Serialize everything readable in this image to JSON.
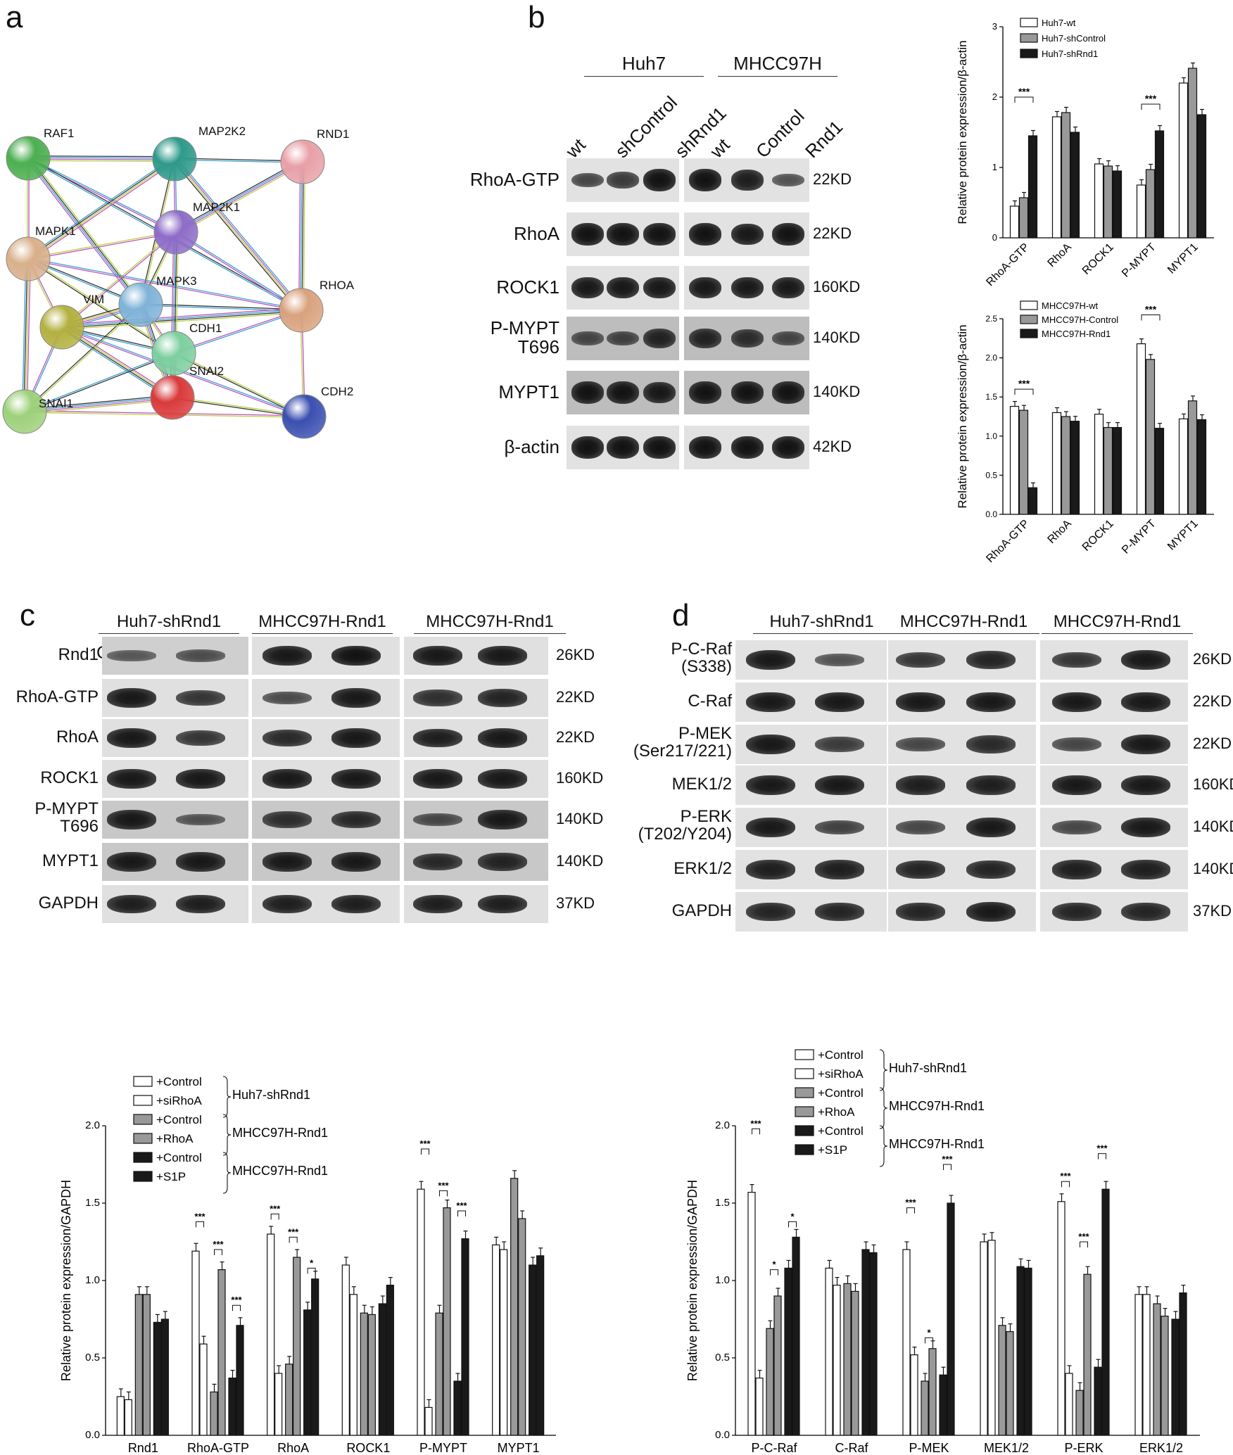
{
  "panels": {
    "a": "a",
    "b": "b",
    "c": "c",
    "d": "d"
  },
  "network": {
    "nodes": [
      {
        "id": "RAF1",
        "color": "#4caf50"
      },
      {
        "id": "MAP2K2",
        "color": "#2e9a8a"
      },
      {
        "id": "RND1",
        "color": "#e8a0a8"
      },
      {
        "id": "MAP2K1",
        "color": "#8e6cc8"
      },
      {
        "id": "MAPK1",
        "color": "#d9b08c"
      },
      {
        "id": "MAPK3",
        "color": "#7fb3d8"
      },
      {
        "id": "RHOA",
        "color": "#d9a27e"
      },
      {
        "id": "VIM",
        "color": "#b3b040"
      },
      {
        "id": "CDH1",
        "color": "#7dcfa0"
      },
      {
        "id": "SNAI2",
        "color": "#d93a3a"
      },
      {
        "id": "SNAI1",
        "color": "#9ed07a"
      },
      {
        "id": "CDH2",
        "color": "#3a4fb0"
      }
    ]
  },
  "blot_b": {
    "groups": [
      "Huh7",
      "MHCC97H"
    ],
    "lanes": [
      "wt",
      "shControl",
      "shRnd1",
      "wt",
      "Control",
      "Rnd1"
    ],
    "rows": [
      "RhoA-GTP",
      "RhoA",
      "ROCK1",
      "P-MYPT\nT696",
      "MYPT1",
      "β-actin"
    ],
    "sizes": [
      "22KD",
      "22KD",
      "160KD",
      "140KD",
      "140KD",
      "42KD"
    ]
  },
  "blot_c": {
    "groups": [
      "Huh7-shRnd1",
      "MHCC97H-Rnd1",
      "MHCC97H-Rnd1"
    ],
    "lanes": [
      "Control",
      "SiRhoA",
      "Control",
      "RhoA",
      "Control",
      "+S1P"
    ],
    "rows": [
      "Rnd1",
      "RhoA-GTP",
      "RhoA",
      "ROCK1",
      "P-MYPT\nT696",
      "MYPT1",
      "GAPDH"
    ],
    "sizes": [
      "26KD",
      "22KD",
      "22KD",
      "160KD",
      "140KD",
      "140KD",
      "37KD"
    ]
  },
  "blot_d": {
    "groups": [
      "Huh7-shRnd1",
      "MHCC97H-Rnd1",
      "MHCC97H-Rnd1"
    ],
    "lanes": [
      "Control",
      "SiRhoA",
      "Control",
      "RhoA",
      "Control",
      "+S1P"
    ],
    "rows": [
      "P-C-Raf\n(S338)",
      "C-Raf",
      "P-MEK\n(Ser217/221)",
      "MEK1/2",
      "P-ERK\n(T202/Y204)",
      "ERK1/2",
      "GAPDH"
    ],
    "sizes": [
      "26KD",
      "22KD",
      "22KD",
      "160KD",
      "140KD",
      "140KD",
      "37KD"
    ]
  },
  "chart_data": [
    {
      "id": "b_top",
      "type": "bar",
      "ylabel": "Relative protein expression/β-actin",
      "ylim": [
        0,
        3
      ],
      "yticks": [
        "0",
        "1",
        "2",
        "3"
      ],
      "categories": [
        "RhoA-GTP",
        "RhoA",
        "ROCK1",
        "P-MYPT",
        "MYPT1"
      ],
      "series": [
        {
          "name": "Huh7-wt",
          "color": "#ffffff",
          "values": [
            0.45,
            1.72,
            1.05,
            0.75,
            2.2
          ]
        },
        {
          "name": "Huh7-shControl",
          "color": "#999999",
          "values": [
            0.57,
            1.78,
            1.02,
            0.97,
            2.41
          ]
        },
        {
          "name": "Huh7-shRnd1",
          "color": "#1a1a1a",
          "values": [
            1.45,
            1.5,
            0.95,
            1.52,
            1.75
          ]
        }
      ],
      "annotations": [
        "***",
        "***"
      ]
    },
    {
      "id": "b_bottom",
      "type": "bar",
      "ylabel": "Relative protein expression/β-actin",
      "ylim": [
        0,
        2.5
      ],
      "yticks": [
        "0.0",
        "0.5",
        "1.0",
        "1.5",
        "2.0",
        "2.5"
      ],
      "categories": [
        "RhoA-GTP",
        "RhoA",
        "ROCK1",
        "P-MYPT",
        "MYPT1"
      ],
      "series": [
        {
          "name": "MHCC97H-wt",
          "color": "#ffffff",
          "values": [
            1.38,
            1.3,
            1.28,
            2.18,
            1.22
          ]
        },
        {
          "name": "MHCC97H-Control",
          "color": "#999999",
          "values": [
            1.33,
            1.25,
            1.11,
            1.98,
            1.45
          ]
        },
        {
          "name": "MHCC97H-Rnd1",
          "color": "#1a1a1a",
          "values": [
            0.34,
            1.19,
            1.11,
            1.1,
            1.21
          ]
        }
      ],
      "annotations": [
        "***",
        "***"
      ]
    },
    {
      "id": "c_chart",
      "type": "bar",
      "ylabel": "Relative protein expression/GAPDH",
      "ylim": [
        0,
        2.0
      ],
      "yticks": [
        "0.0",
        "0.5",
        "1.0",
        "1.5",
        "2.0"
      ],
      "categories": [
        "Rnd1",
        "RhoA-GTP",
        "RhoA",
        "ROCK1",
        "P-MYPT",
        "MYPT1"
      ],
      "series": [
        {
          "name": "+Control",
          "color": "#ffffff",
          "values": [
            0.25,
            1.19,
            1.3,
            1.1,
            1.59,
            1.23
          ]
        },
        {
          "name": "+siRhoA",
          "color": "#ffffff",
          "values": [
            0.23,
            0.59,
            0.4,
            0.91,
            0.18,
            1.2
          ]
        },
        {
          "name": "+Control",
          "color": "#999999",
          "values": [
            0.91,
            0.28,
            0.46,
            0.79,
            0.79,
            1.66
          ]
        },
        {
          "name": "+RhoA",
          "color": "#999999",
          "values": [
            0.91,
            1.07,
            1.15,
            0.78,
            1.47,
            1.4
          ]
        },
        {
          "name": "+Control",
          "color": "#1a1a1a",
          "values": [
            0.73,
            0.37,
            0.81,
            0.85,
            0.35,
            1.1
          ]
        },
        {
          "name": "+S1P",
          "color": "#1a1a1a",
          "values": [
            0.75,
            0.71,
            1.01,
            0.97,
            1.27,
            1.16
          ]
        }
      ],
      "legend_groups": [
        "Huh7-shRnd1",
        "MHCC97H-Rnd1",
        "MHCC97H-Rnd1"
      ],
      "annotations": [
        "***",
        "***",
        "***",
        "***",
        "***",
        "*",
        "***",
        "***",
        "***"
      ]
    },
    {
      "id": "d_chart",
      "type": "bar",
      "ylabel": "Relative protein expression/GAPDH",
      "ylim": [
        0,
        2.0
      ],
      "yticks": [
        "0.0",
        "0.5",
        "1.0",
        "1.5",
        "2.0"
      ],
      "categories": [
        "P-C-Raf",
        "C-Raf",
        "P-MEK",
        "MEK1/2",
        "P-ERK",
        "ERK1/2"
      ],
      "series": [
        {
          "name": "+Control",
          "color": "#ffffff",
          "values": [
            1.57,
            1.08,
            1.2,
            1.25,
            1.51,
            0.91
          ]
        },
        {
          "name": "+siRhoA",
          "color": "#ffffff",
          "values": [
            0.37,
            0.97,
            0.52,
            1.26,
            0.4,
            0.91
          ]
        },
        {
          "name": "+Control",
          "color": "#999999",
          "values": [
            0.69,
            0.98,
            0.35,
            0.71,
            0.29,
            0.85
          ]
        },
        {
          "name": "+RhoA",
          "color": "#999999",
          "values": [
            0.9,
            0.93,
            0.56,
            0.67,
            1.04,
            0.77
          ]
        },
        {
          "name": "+Control",
          "color": "#1a1a1a",
          "values": [
            1.08,
            1.2,
            0.39,
            1.09,
            0.44,
            0.75
          ]
        },
        {
          "name": "+S1P",
          "color": "#1a1a1a",
          "values": [
            1.28,
            1.18,
            1.5,
            1.08,
            1.59,
            0.92
          ]
        }
      ],
      "legend_groups": [
        "Huh7-shRnd1",
        "MHCC97H-Rnd1",
        "MHCC97H-Rnd1"
      ],
      "annotations": [
        "***",
        "*",
        "*",
        "***",
        "*",
        "***",
        "***",
        "***",
        "***"
      ]
    }
  ]
}
